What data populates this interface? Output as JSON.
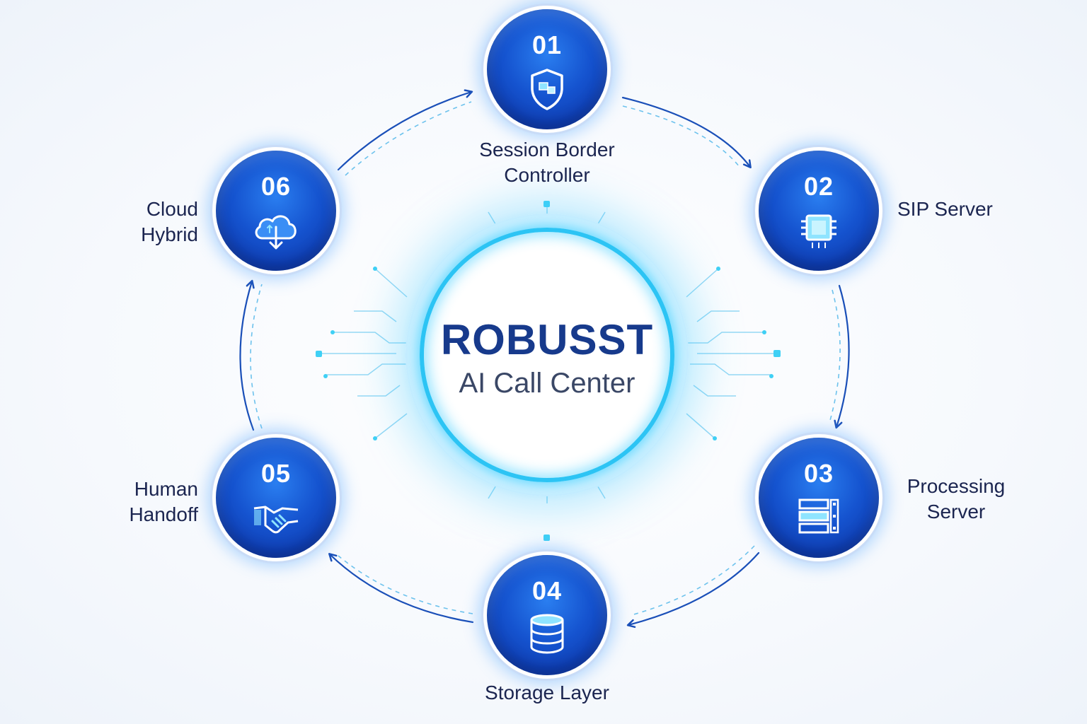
{
  "hub": {
    "title": "ROBUSST",
    "subtitle": "AI Call Center"
  },
  "nodes": [
    {
      "number": "01",
      "label": "Session Border\nController",
      "icon": "shield-icon"
    },
    {
      "number": "02",
      "label": "SIP Server",
      "icon": "chip-icon"
    },
    {
      "number": "03",
      "label": "Processing\nServer",
      "icon": "server-rack-icon"
    },
    {
      "number": "04",
      "label": "Storage Layer",
      "icon": "database-icon"
    },
    {
      "number": "05",
      "label": "Human\nHandoff",
      "icon": "handshake-icon"
    },
    {
      "number": "06",
      "label": "Cloud\nHybrid",
      "icon": "cloud-sync-icon"
    }
  ],
  "colors": {
    "node_fill": "#1553cf",
    "hub_glow": "#2cc4f4",
    "arrow": "#1a4fb8",
    "text_dark": "#1b2550"
  }
}
